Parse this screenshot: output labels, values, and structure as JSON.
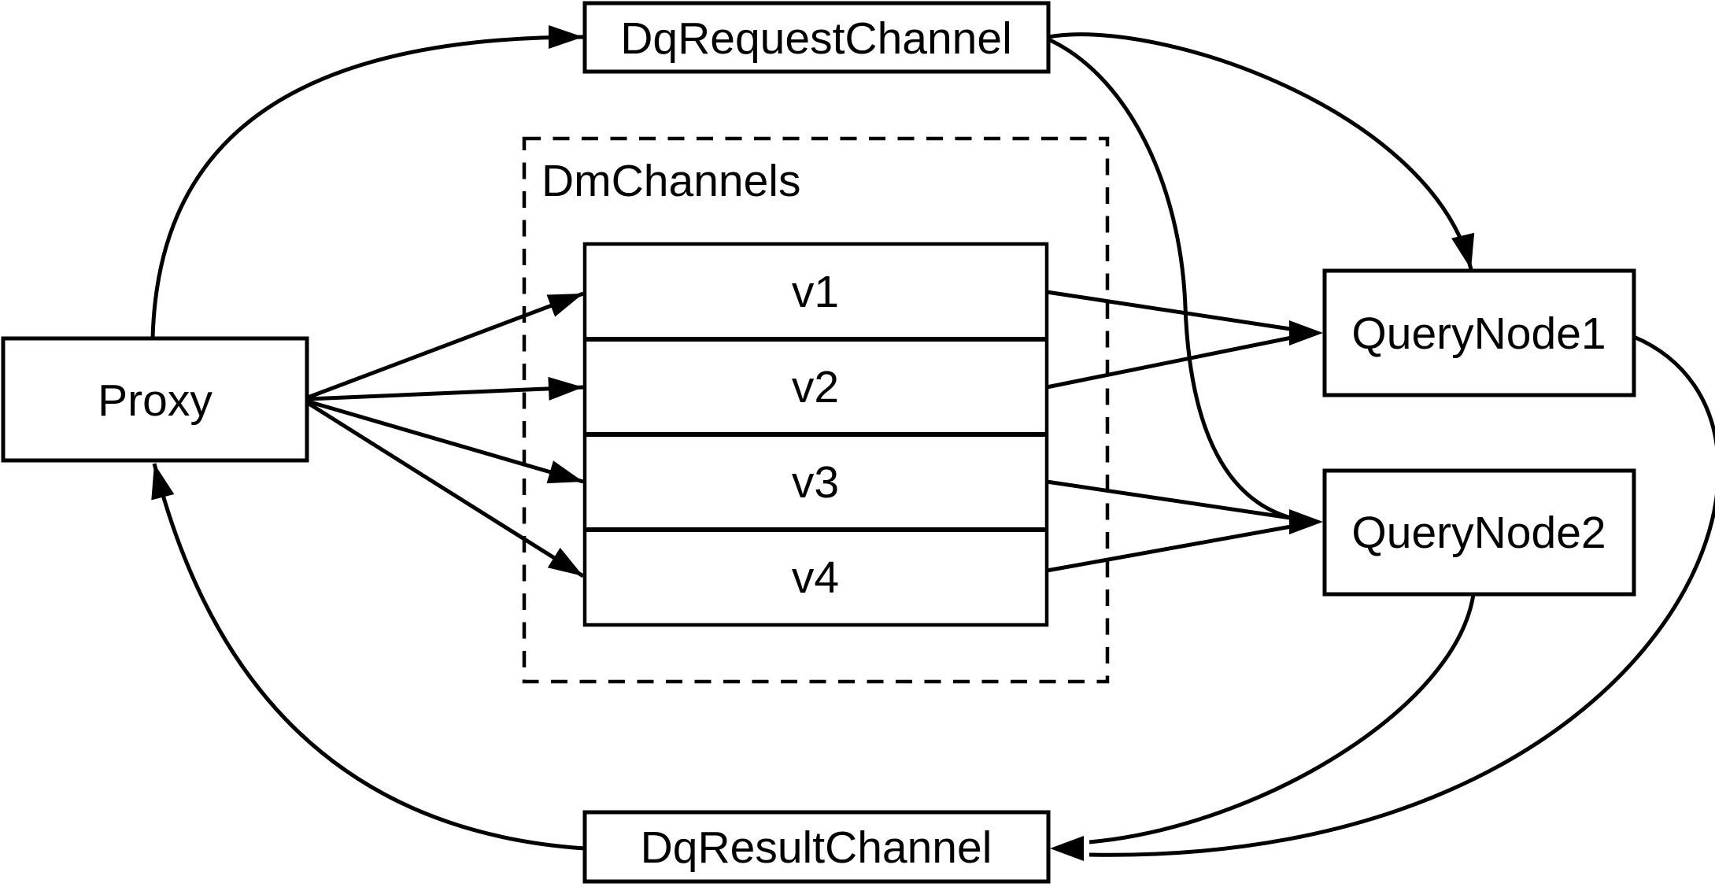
{
  "diagram": {
    "background": "#ffffff",
    "stroke_color": "#000000",
    "nodes": {
      "proxy": {
        "label": "Proxy"
      },
      "dq_request_channel": {
        "label": "DqRequestChannel"
      },
      "dm_channels_group": {
        "label": "DmChannels",
        "channels": [
          "v1",
          "v2",
          "v3",
          "v4"
        ]
      },
      "query_node_1": {
        "label": "QueryNode1"
      },
      "query_node_2": {
        "label": "QueryNode2"
      },
      "dq_result_channel": {
        "label": "DqResultChannel"
      }
    },
    "edges": [
      {
        "from": "Proxy",
        "to": "DqRequestChannel"
      },
      {
        "from": "Proxy",
        "to": "v1"
      },
      {
        "from": "Proxy",
        "to": "v2"
      },
      {
        "from": "Proxy",
        "to": "v3"
      },
      {
        "from": "Proxy",
        "to": "v4"
      },
      {
        "from": "v1",
        "to": "QueryNode1"
      },
      {
        "from": "v2",
        "to": "QueryNode1"
      },
      {
        "from": "v3",
        "to": "QueryNode2"
      },
      {
        "from": "v4",
        "to": "QueryNode2"
      },
      {
        "from": "DqRequestChannel",
        "to": "QueryNode1"
      },
      {
        "from": "DqRequestChannel",
        "to": "QueryNode2"
      },
      {
        "from": "QueryNode1",
        "to": "DqResultChannel"
      },
      {
        "from": "QueryNode2",
        "to": "DqResultChannel"
      },
      {
        "from": "DqResultChannel",
        "to": "Proxy"
      }
    ]
  }
}
